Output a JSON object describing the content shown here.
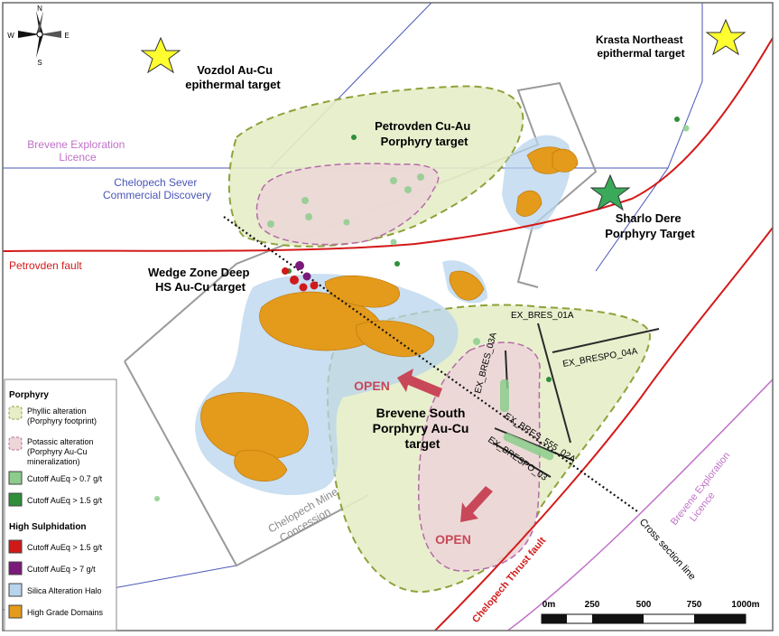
{
  "compass": {
    "n": "N",
    "s": "S",
    "e": "E",
    "w": "W"
  },
  "labels": {
    "vozdol": [
      "Vozdol Au-Cu",
      "epithermal target"
    ],
    "krasta": [
      "Krasta Northeast",
      "epithermal target"
    ],
    "petrovden": [
      "Petrovden Cu-Au",
      "Porphyry target"
    ],
    "brevene_lic_nw": [
      "Brevene Exploration",
      "Licence"
    ],
    "chelopech_sever": [
      "Chelopech Sever",
      "Commercial Discovery"
    ],
    "sharlo": [
      "Sharlo Dere",
      "Porphyry Target"
    ],
    "petrovden_fault": "Petrovden fault",
    "wedge": [
      "Wedge Zone Deep",
      "HS Au-Cu target"
    ],
    "brevene_south": [
      "Brevene South",
      "Porphyry Au-Cu",
      "target"
    ],
    "open1": "OPEN",
    "open2": "OPEN",
    "mine_concession": [
      "Chelopech Mine",
      "Concession"
    ],
    "thrust_fault": "Chelopech Thrust fault",
    "brevene_lic_se": [
      "Brevene Exploration",
      "Licence"
    ],
    "cross_section": "Cross section line",
    "hole_01a": "EX_BRES_01A",
    "hole_04a": "EX_BRESPO_04A",
    "hole_03a": "EX_BRES_03A",
    "hole_555": "EX_BRES_555_02A",
    "hole_03": "EX_BRESPO_03"
  },
  "legend": {
    "porphyry_title": "Porphyry",
    "phyllic": [
      "Phyllic alteration",
      "(Porphyry footprint)"
    ],
    "potassic": [
      "Potassic alteration",
      "(Porphyry Au-Cu",
      "mineralization)"
    ],
    "cut07": "Cutoff AuEq > 0.7 g/t",
    "cut15": "Cutoff AuEq > 1.5 g/t",
    "hs_title": "High Sulphidation",
    "hs15": "Cutoff AuEq > 1.5 g/t",
    "hs7": "Cutoff  AuEq > 7 g/t",
    "silica": "Silica Alteration Halo",
    "hgd": "High Grade Domains"
  },
  "scale": {
    "ticks": [
      "0m",
      "250",
      "500",
      "750",
      "1000m"
    ]
  },
  "colors": {
    "fault": "#d41a1a",
    "licence": "#c070c8",
    "sever": "#4a55b8",
    "concession": "#8a8a8a",
    "phyllic_fill": "#e6edc8",
    "phyllic_stroke": "#8fa13a",
    "potassic_fill": "#ecd6d8",
    "potassic_stroke": "#b46aa8",
    "green_light": "#8ccc8c",
    "green_dark": "#2f8f3a",
    "hs_red": "#d01a1a",
    "hs_purple": "#7a1a7a",
    "silica": "#b8d4ec",
    "hgd": "#e49a1a",
    "open_text": "#c8485a",
    "star_yellow": "#ffff30",
    "star_green": "#3aaa5a"
  }
}
